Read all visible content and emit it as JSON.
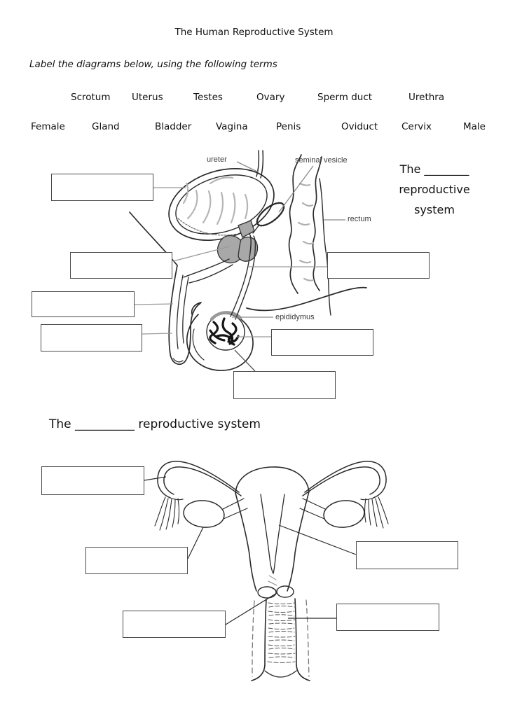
{
  "title": "The Human Reproductive System",
  "instruction": "Label the diagrams below, using the following terms",
  "word_bank": {
    "row1": [
      "Scrotum",
      "Uterus",
      "Testes",
      "Ovary",
      "Sperm duct",
      "Urethra"
    ],
    "row2": [
      "Female",
      "Gland",
      "Bladder",
      "Vagina",
      "Penis",
      "Oviduct",
      "Cervix",
      "Male"
    ]
  },
  "male_section": {
    "heading_line1": "The ________",
    "heading_line2": "reproductive",
    "heading_line3": "system",
    "diagram_labels": {
      "ureter": "ureter",
      "seminal_vesicle": "seminal vesicle",
      "rectum": "rectum",
      "epididymus": "epididymus"
    },
    "answer_boxes": [
      "",
      "",
      "",
      "",
      "",
      "",
      ""
    ]
  },
  "female_section": {
    "heading": "The __________ reproductive system",
    "answer_boxes": [
      "",
      "",
      "",
      "",
      ""
    ]
  },
  "colors": {
    "ink": "#2b2b2b",
    "connector_gray": "#9a9a9a",
    "shade_gray": "#a8a8a8",
    "squiggle_gray": "#b5b5b5"
  }
}
